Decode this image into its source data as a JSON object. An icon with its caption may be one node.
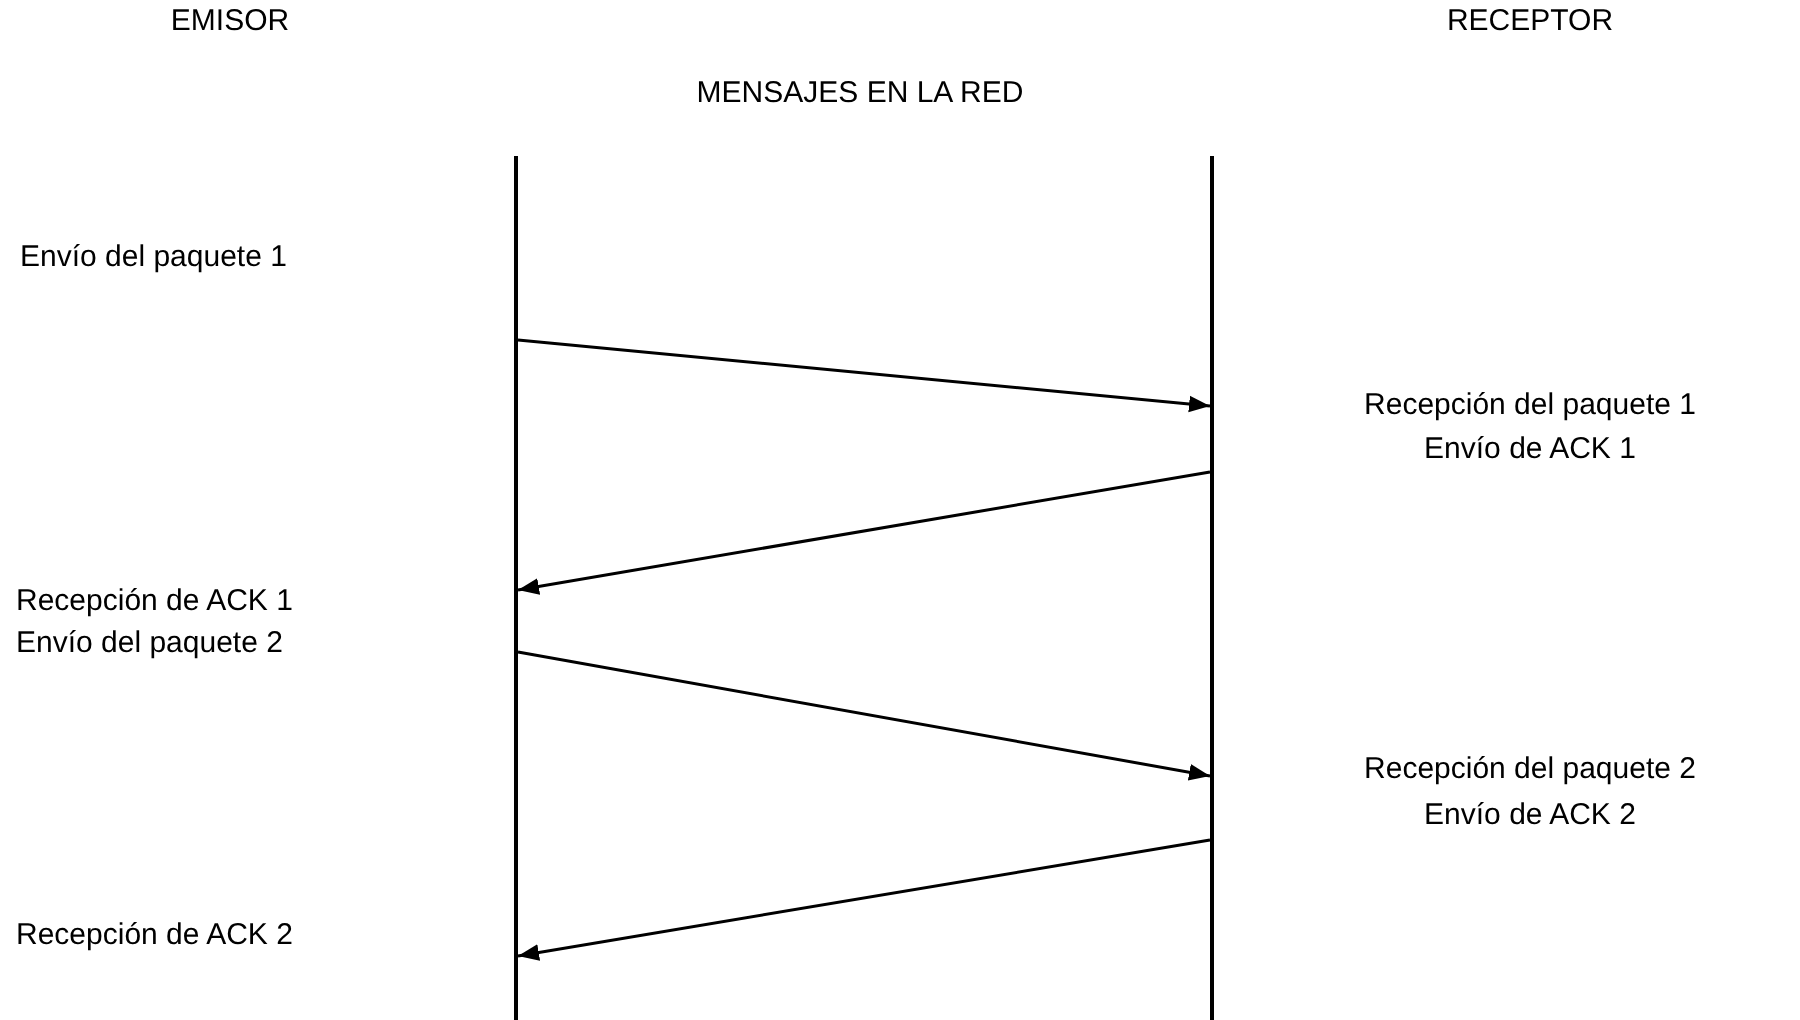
{
  "diagram": {
    "nodes": [
      {
        "text": [],
        "shape": "bar"
      },
      {
        "text": [],
        "shape": "bar"
      }
    ],
    "edges": [
      {
        "from": 0,
        "to": 1,
        "arrow": "to"
      },
      {
        "from": 1,
        "to": 0,
        "arrow": "to"
      },
      {
        "from": 0,
        "to": 1,
        "arrow": "to"
      },
      {
        "from": 1,
        "to": 0,
        "arrow": "to"
      }
    ],
    "labels": [
      "EMISOR",
      "RECEPTOR",
      "MENSAJES EN LA RED",
      "Envío del paquete 1",
      "Recepción del paquete 1",
      "Envío de ACK 1",
      "Recepción de ACK 1",
      "Envío del paquete 2",
      "Recepción del paquete 2",
      "Envío de ACK 2",
      "Recepción de ACK 2"
    ]
  }
}
